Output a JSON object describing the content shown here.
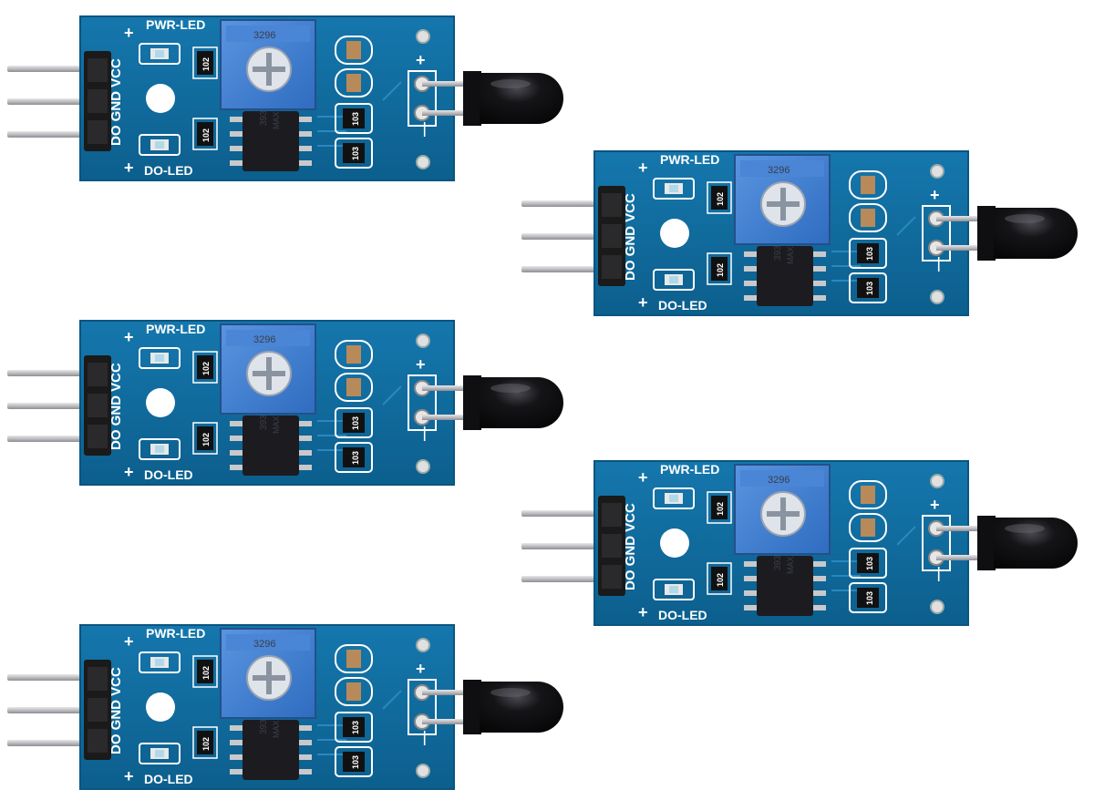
{
  "image": {
    "subject": "flame sensor modules",
    "module_count": 5
  },
  "silkscreen": {
    "pwr_led": "PWR-LED",
    "do_led": "DO-LED",
    "pins": "DO GND VCC",
    "plus": "+",
    "minus": "—",
    "plus_left": "+",
    "plus_left_bottom": "+"
  },
  "markings": {
    "resistor_102": "102",
    "resistor_103a": "103",
    "resistor_103b": "103",
    "trimmer": "3296",
    "chip_top": "393",
    "chip_bottom": "MAX"
  },
  "colors": {
    "pcb": "#0f6a9b",
    "pcb_edge": "#0a5580",
    "potentiometer": "#3f7fd0",
    "flame_sensor": "#0d0d10",
    "pins": "#c9c9cb",
    "header": "#1a1a1a",
    "chip": "#1c1c20"
  }
}
